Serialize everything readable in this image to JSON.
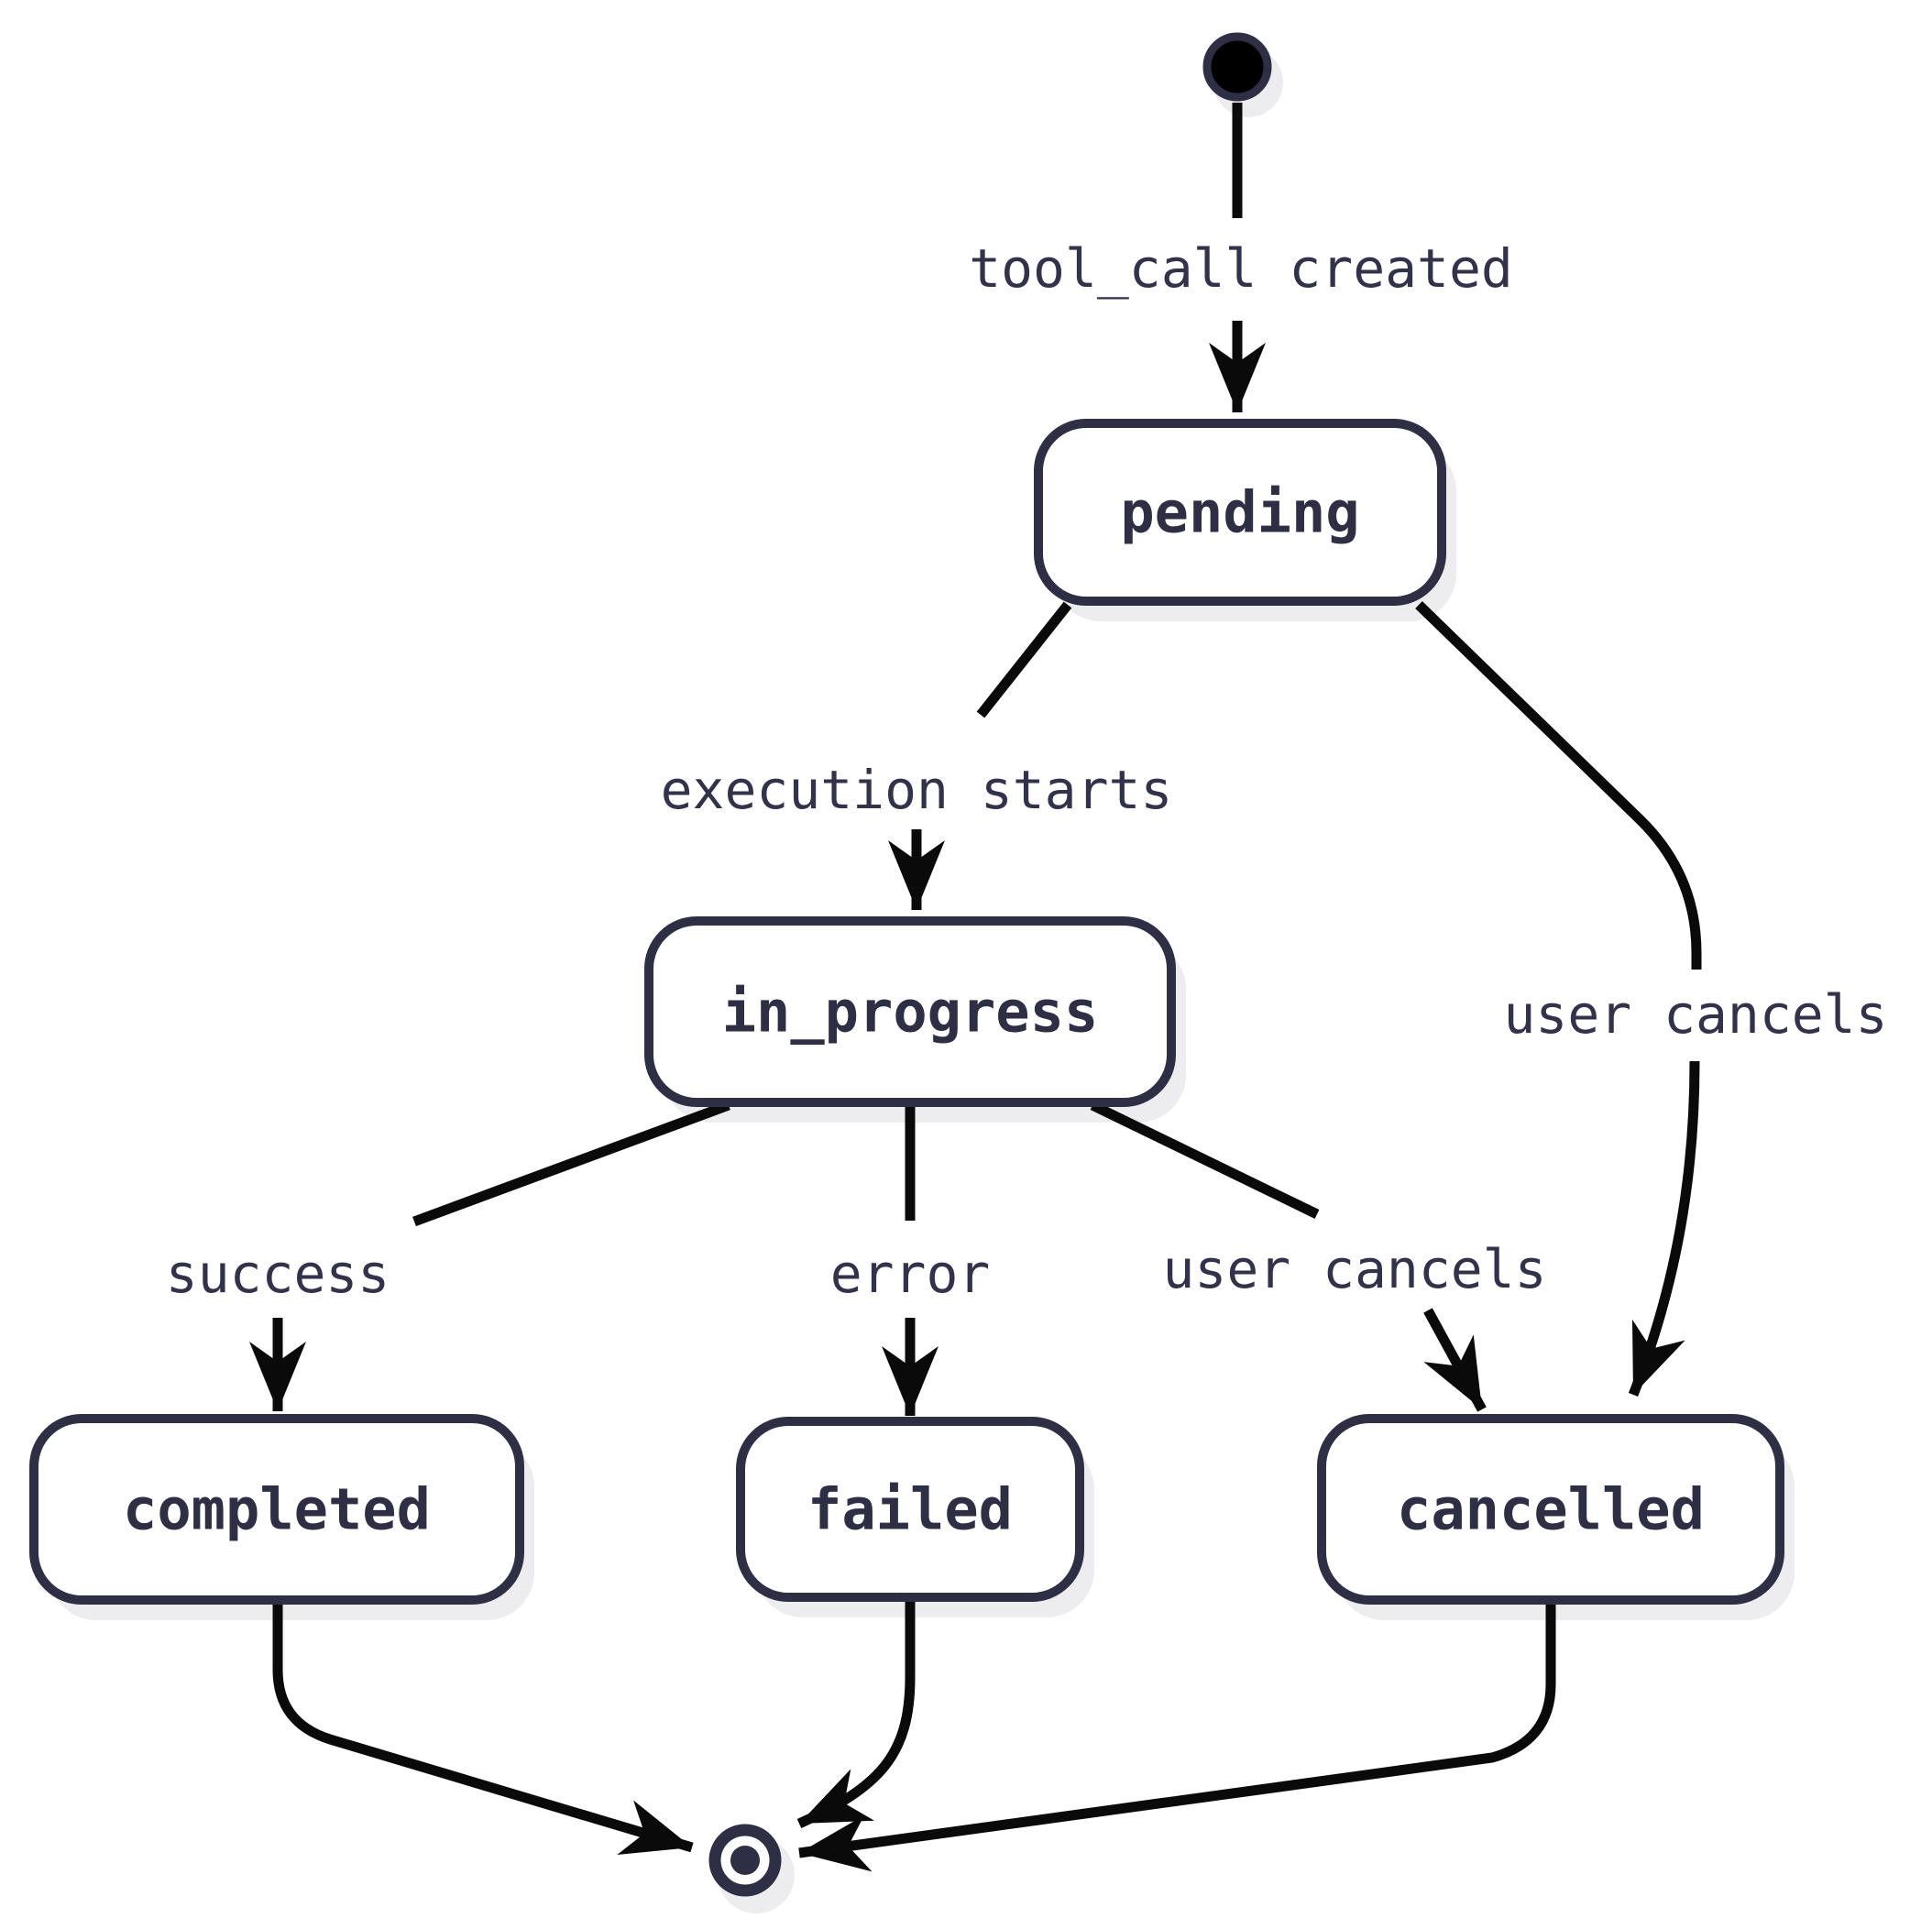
{
  "diagram": {
    "type": "state-machine",
    "colors": {
      "node_border": "#2e2e44",
      "node_fill": "#ffffff",
      "node_text": "#2e2e44",
      "label_text": "#32324a",
      "edge": "#0a0a0a",
      "shadow": "#ededf0",
      "background": "#ffffff"
    },
    "states": {
      "initial": {
        "kind": "initial-pseudostate"
      },
      "pending": {
        "label": "pending"
      },
      "in_progress": {
        "label": "in_progress"
      },
      "completed": {
        "label": "completed"
      },
      "failed": {
        "label": "failed"
      },
      "cancelled": {
        "label": "cancelled"
      },
      "final": {
        "kind": "final-pseudostate"
      }
    },
    "transitions": [
      {
        "from": "initial",
        "to": "pending",
        "label": "tool_call created"
      },
      {
        "from": "pending",
        "to": "in_progress",
        "label": "execution starts"
      },
      {
        "from": "pending",
        "to": "cancelled",
        "label": "user cancels"
      },
      {
        "from": "in_progress",
        "to": "completed",
        "label": "success"
      },
      {
        "from": "in_progress",
        "to": "failed",
        "label": "error"
      },
      {
        "from": "in_progress",
        "to": "cancelled",
        "label": "user cancels"
      },
      {
        "from": "completed",
        "to": "final",
        "label": ""
      },
      {
        "from": "failed",
        "to": "final",
        "label": ""
      },
      {
        "from": "cancelled",
        "to": "final",
        "label": ""
      }
    ]
  }
}
